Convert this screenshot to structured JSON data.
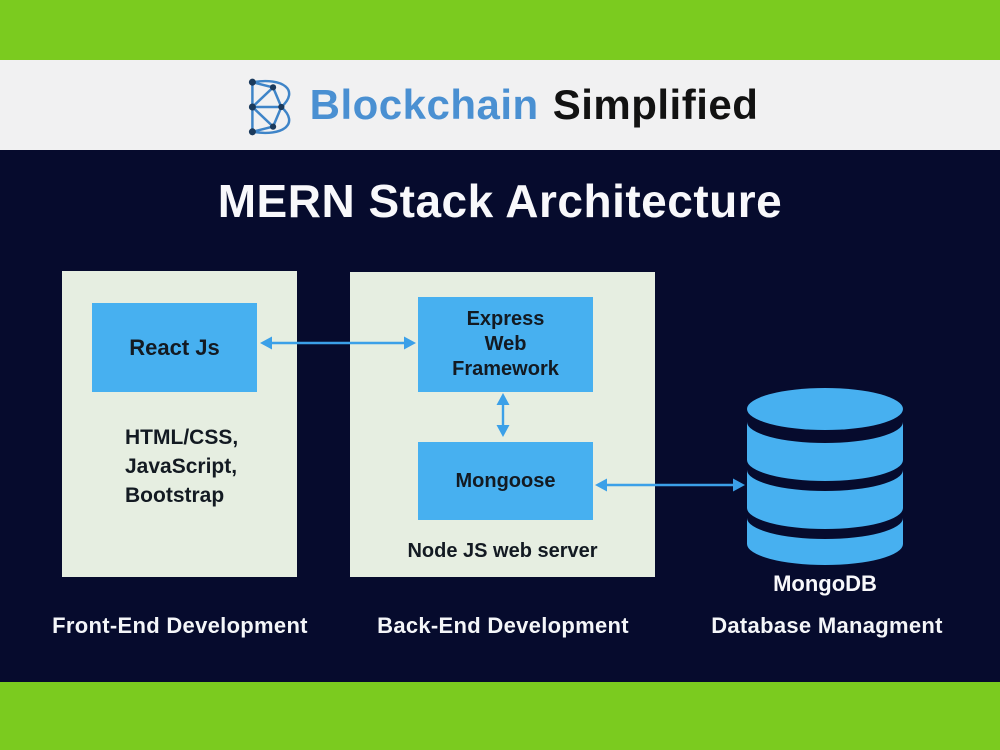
{
  "header": {
    "logo_icon": "blockchain-network-b-logo",
    "brand_primary": "Blockchain",
    "brand_secondary": "Simplified"
  },
  "title": "MERN Stack Architecture",
  "colors": {
    "accent_green": "#7bcb1f",
    "background_navy": "#060b2d",
    "panel_light": "#e6eee1",
    "box_blue": "#47b0f0",
    "arrow_blue": "#3ba0e8",
    "brand_blue": "#4a90d2"
  },
  "diagram": {
    "frontend": {
      "component": "React Js",
      "technologies": [
        "HTML/CSS,",
        "JavaScript,",
        "Bootstrap"
      ],
      "area_label": "Front-End Development"
    },
    "backend": {
      "express_lines": [
        "Express",
        "Web",
        "Framework"
      ],
      "mongoose": "Mongoose",
      "server_label": "Node JS web server",
      "area_label": "Back-End Development"
    },
    "database": {
      "icon": "database-cylinder-icon",
      "name": "MongoDB",
      "area_label": "Database Managment"
    },
    "connections": [
      {
        "from": "React Js",
        "to": "Express Web Framework",
        "type": "bidirectional"
      },
      {
        "from": "Express Web Framework",
        "to": "Mongoose",
        "type": "bidirectional"
      },
      {
        "from": "Mongoose",
        "to": "MongoDB",
        "type": "bidirectional"
      }
    ]
  }
}
